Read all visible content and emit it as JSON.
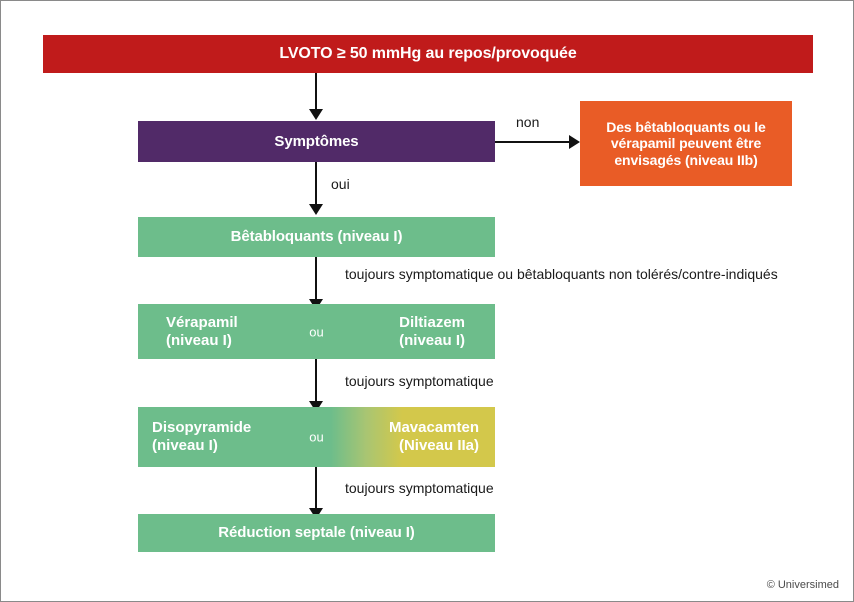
{
  "diagram": {
    "title_node": {
      "label": "LVOTO ≥ 50 mmHg au repos/provoquée",
      "color": "#c01b1b"
    },
    "symptoms_node": {
      "label": "Symptômes",
      "color": "#512a68"
    },
    "no_branch_node": {
      "line1": "Des bêtabloquants ou le",
      "line2": "vérapamil peuvent être",
      "line3": "envisagés (niveau IIb)",
      "color": "#e95c26"
    },
    "betablockers_node": {
      "label": "Bêtabloquants (niveau I)",
      "color": "#6dbd8b"
    },
    "calcium_node": {
      "left_line1": "Vérapamil",
      "left_line2": "(niveau I)",
      "conjunction": "ou",
      "right_line1": "Diltiazem",
      "right_line2": "(niveau I)",
      "color": "#6dbd8b"
    },
    "third_line_node": {
      "left_line1": "Disopyramide",
      "left_line2": "(niveau I)",
      "conjunction": "ou",
      "right_line1": "Mavacamten",
      "right_line2": "(Niveau IIa)",
      "left_color": "#6dbd8b",
      "right_color": "#d3c84b"
    },
    "septal_reduction_node": {
      "label": "Réduction septale (niveau I)",
      "color": "#6dbd8b"
    },
    "edges": {
      "no": "non",
      "yes": "oui",
      "still_symptomatic_or_intolerant": "toujours symptomatique ou bêtabloquants non tolérés/contre-indiqués",
      "still_symptomatic_1": "toujours symptomatique",
      "still_symptomatic_2": "toujours symptomatique"
    },
    "credit": "© Universimed"
  }
}
